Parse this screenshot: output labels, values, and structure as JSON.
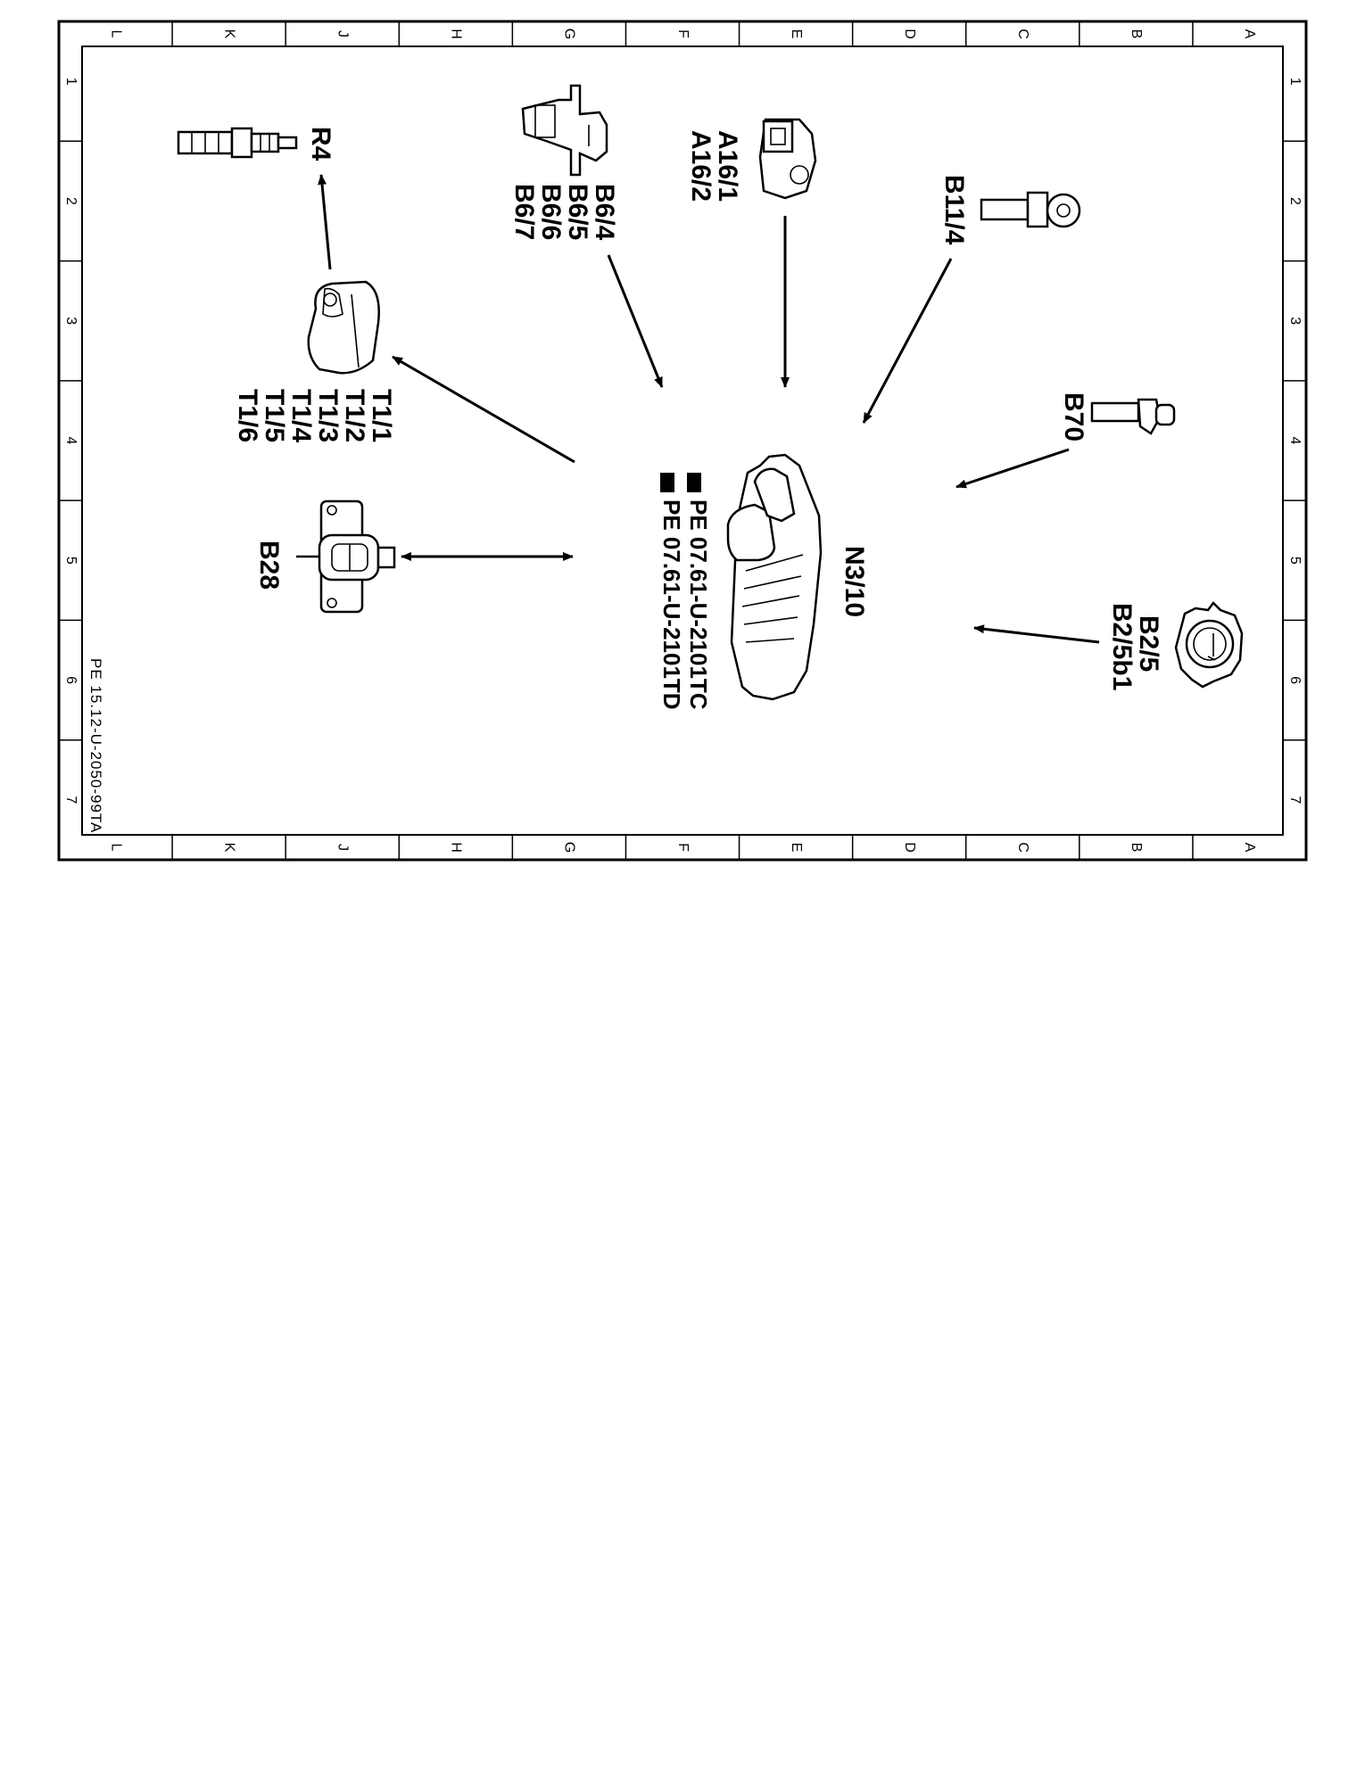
{
  "border": {
    "column_labels": [
      "L",
      "K",
      "J",
      "H",
      "G",
      "F",
      "E",
      "D",
      "C",
      "B",
      "A"
    ],
    "row_labels": [
      "1",
      "2",
      "3",
      "4",
      "5",
      "6",
      "7"
    ]
  },
  "drawing_code": "PE 15.12-U-2050-99TA",
  "components": {
    "r4": "R4",
    "b6": [
      "B6/4",
      "B6/5",
      "B6/6",
      "B6/7"
    ],
    "a16": [
      "A16/1",
      "A16/2"
    ],
    "b11": "B11/4",
    "t1": [
      "T1/1",
      "T1/2",
      "T1/3",
      "T1/4",
      "T1/5",
      "T1/6"
    ],
    "b70": "B70",
    "b28": "B28",
    "n3": "N3/10",
    "b2": [
      "B2/5",
      "B2/5b1"
    ]
  },
  "references": [
    "PE  07.61-U-2101TC",
    "PE  07.61-U-2101TD"
  ]
}
